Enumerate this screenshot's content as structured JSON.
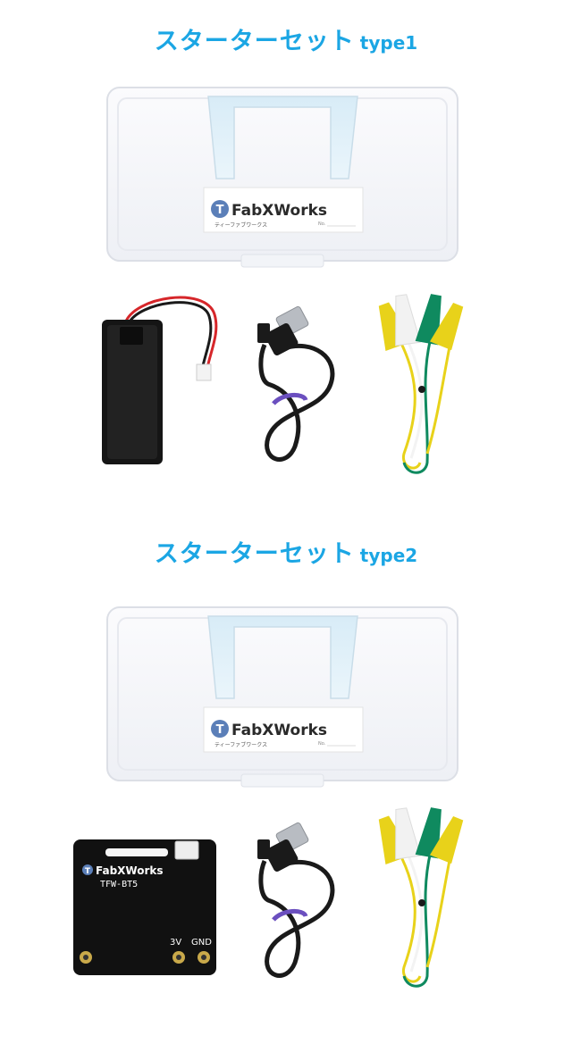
{
  "sections": [
    {
      "title": "スターターセット",
      "type_label": "type1",
      "box_label": {
        "brand": "FabXWorks",
        "brand_t": "T",
        "kana": "ティーファブワークス",
        "no": "No."
      }
    },
    {
      "title": "スターターセット",
      "type_label": "type2",
      "box_label": {
        "brand": "FabXWorks",
        "brand_t": "T",
        "kana": "ティーファブワークス",
        "no": "No."
      },
      "board": {
        "brand": "FabXWorks",
        "brand_t": "T",
        "model": "TFW-BT5",
        "pin_3v": "3V",
        "pin_gnd": "GND"
      }
    }
  ],
  "colors": {
    "heading": "#1ba6e4",
    "logo_blue": "#5b7fb8",
    "cable_black": "#1a1a1a",
    "tie_purple": "#6b4fbf",
    "clip_yellow": "#e8d21a",
    "clip_white": "#f2f2f2",
    "clip_green": "#0f8a5f"
  },
  "icons": [
    "storage-box",
    "battery-holder",
    "usb-cable",
    "alligator-clip-leads",
    "battery-board"
  ]
}
